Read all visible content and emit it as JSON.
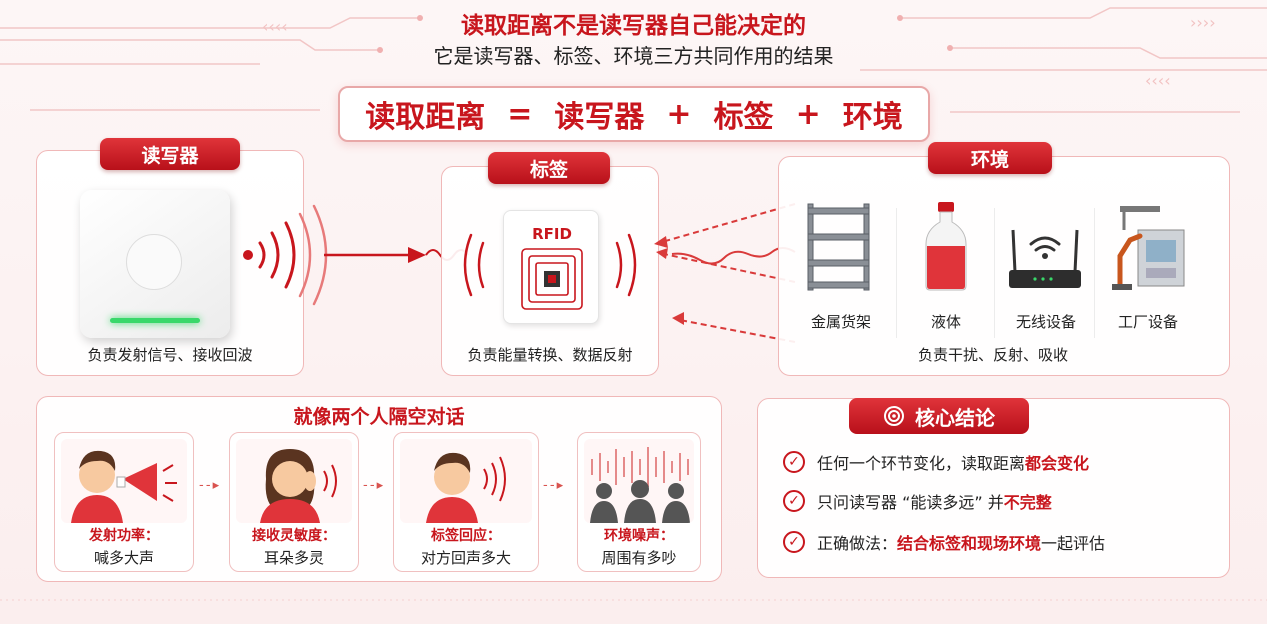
{
  "title": "读取距离不是读写器自己能决定的",
  "subtitle": "它是读写器、标签、环境三方共同作用的结果",
  "formula": {
    "left": "读取距离",
    "eq": "=",
    "term1": "读写器",
    "plus1": "+",
    "term2": "标签",
    "plus2": "+",
    "term3": "环境"
  },
  "reader": {
    "header": "读写器",
    "caption": "负责发射信号、接收回波"
  },
  "tag": {
    "header": "标签",
    "rfid_text": "RFID",
    "caption": "负责能量转换、数据反射"
  },
  "environment": {
    "header": "环境",
    "items": [
      {
        "label": "金属货架",
        "icon": "metal-shelf-icon"
      },
      {
        "label": "液体",
        "icon": "liquid-bottle-icon"
      },
      {
        "label": "无线设备",
        "icon": "wifi-router-icon"
      },
      {
        "label": "工厂设备",
        "icon": "factory-machine-icon"
      }
    ],
    "caption": "负责干扰、反射、吸收"
  },
  "analogy": {
    "title": "就像两个人隔空对话",
    "cards": [
      {
        "title": "发射功率：",
        "text": "喊多大声",
        "icon": "megaphone-person-icon"
      },
      {
        "title": "接收灵敏度：",
        "text": "耳朵多灵",
        "icon": "listening-person-icon"
      },
      {
        "title": "标签回应：",
        "text": "对方回声多大",
        "icon": "responding-person-icon"
      },
      {
        "title": "环境噪声：",
        "text": "周围有多吵",
        "icon": "crowd-noise-icon"
      }
    ]
  },
  "conclusion": {
    "header": "核心结论",
    "items": [
      {
        "pre": "任何一个环节变化，读取距离",
        "hl": "都会变化",
        "post": ""
      },
      {
        "pre": "只问读写器 “能读多远” 并",
        "hl": "不完整",
        "post": ""
      },
      {
        "pre": "正确做法：",
        "hl": "结合标签和现场环境",
        "post": "一起评估"
      }
    ]
  },
  "colors": {
    "accent": "#c8161d",
    "led": "#39d86a"
  }
}
